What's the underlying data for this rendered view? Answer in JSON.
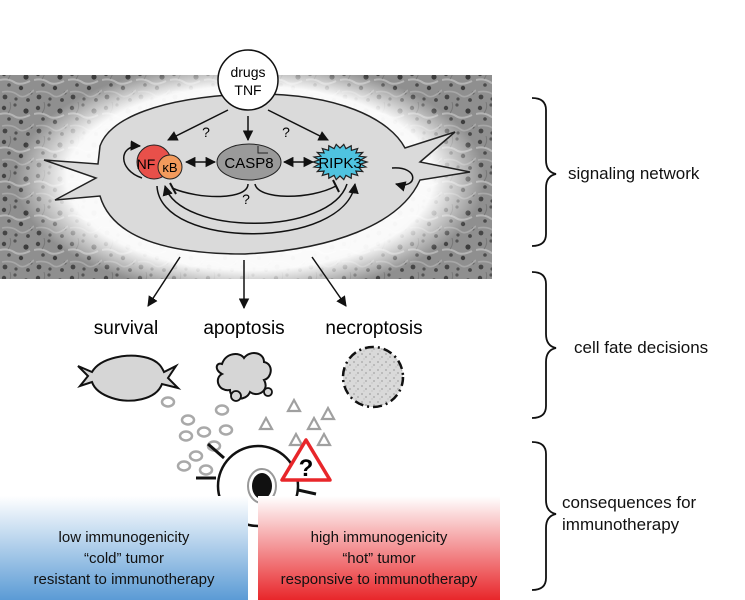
{
  "network": {
    "input_line1": "drugs",
    "input_line2": "TNF",
    "nf": "NF",
    "kb": "κB",
    "casp8": "CASP8",
    "ripk3": "RIPK3",
    "unknown": "?"
  },
  "fates": {
    "survival": "survival",
    "apoptosis": "apoptosis",
    "necroptosis": "necroptosis"
  },
  "brackets": {
    "signaling": "signaling network",
    "cell_fate": "cell fate decisions",
    "consequences_line1": "consequences for",
    "consequences_line2": "immunotherapy"
  },
  "low_box": {
    "line1": "low immunogenicity",
    "line2": "“cold” tumor",
    "line3": "resistant to immunotherapy"
  },
  "high_box": {
    "line1": "high immunogenicity",
    "line2": "“hot” tumor",
    "line3": "responsive to immunotherapy"
  },
  "warning_mark": "?",
  "colors": {
    "nfkb_red": "#e8504a",
    "kb_orange": "#f29a5c",
    "casp8_gray": "#9a9a9a",
    "ripk3_cyan": "#4fc3e0",
    "cold_blue": "#5b9bd5",
    "hot_red": "#e8262a"
  }
}
